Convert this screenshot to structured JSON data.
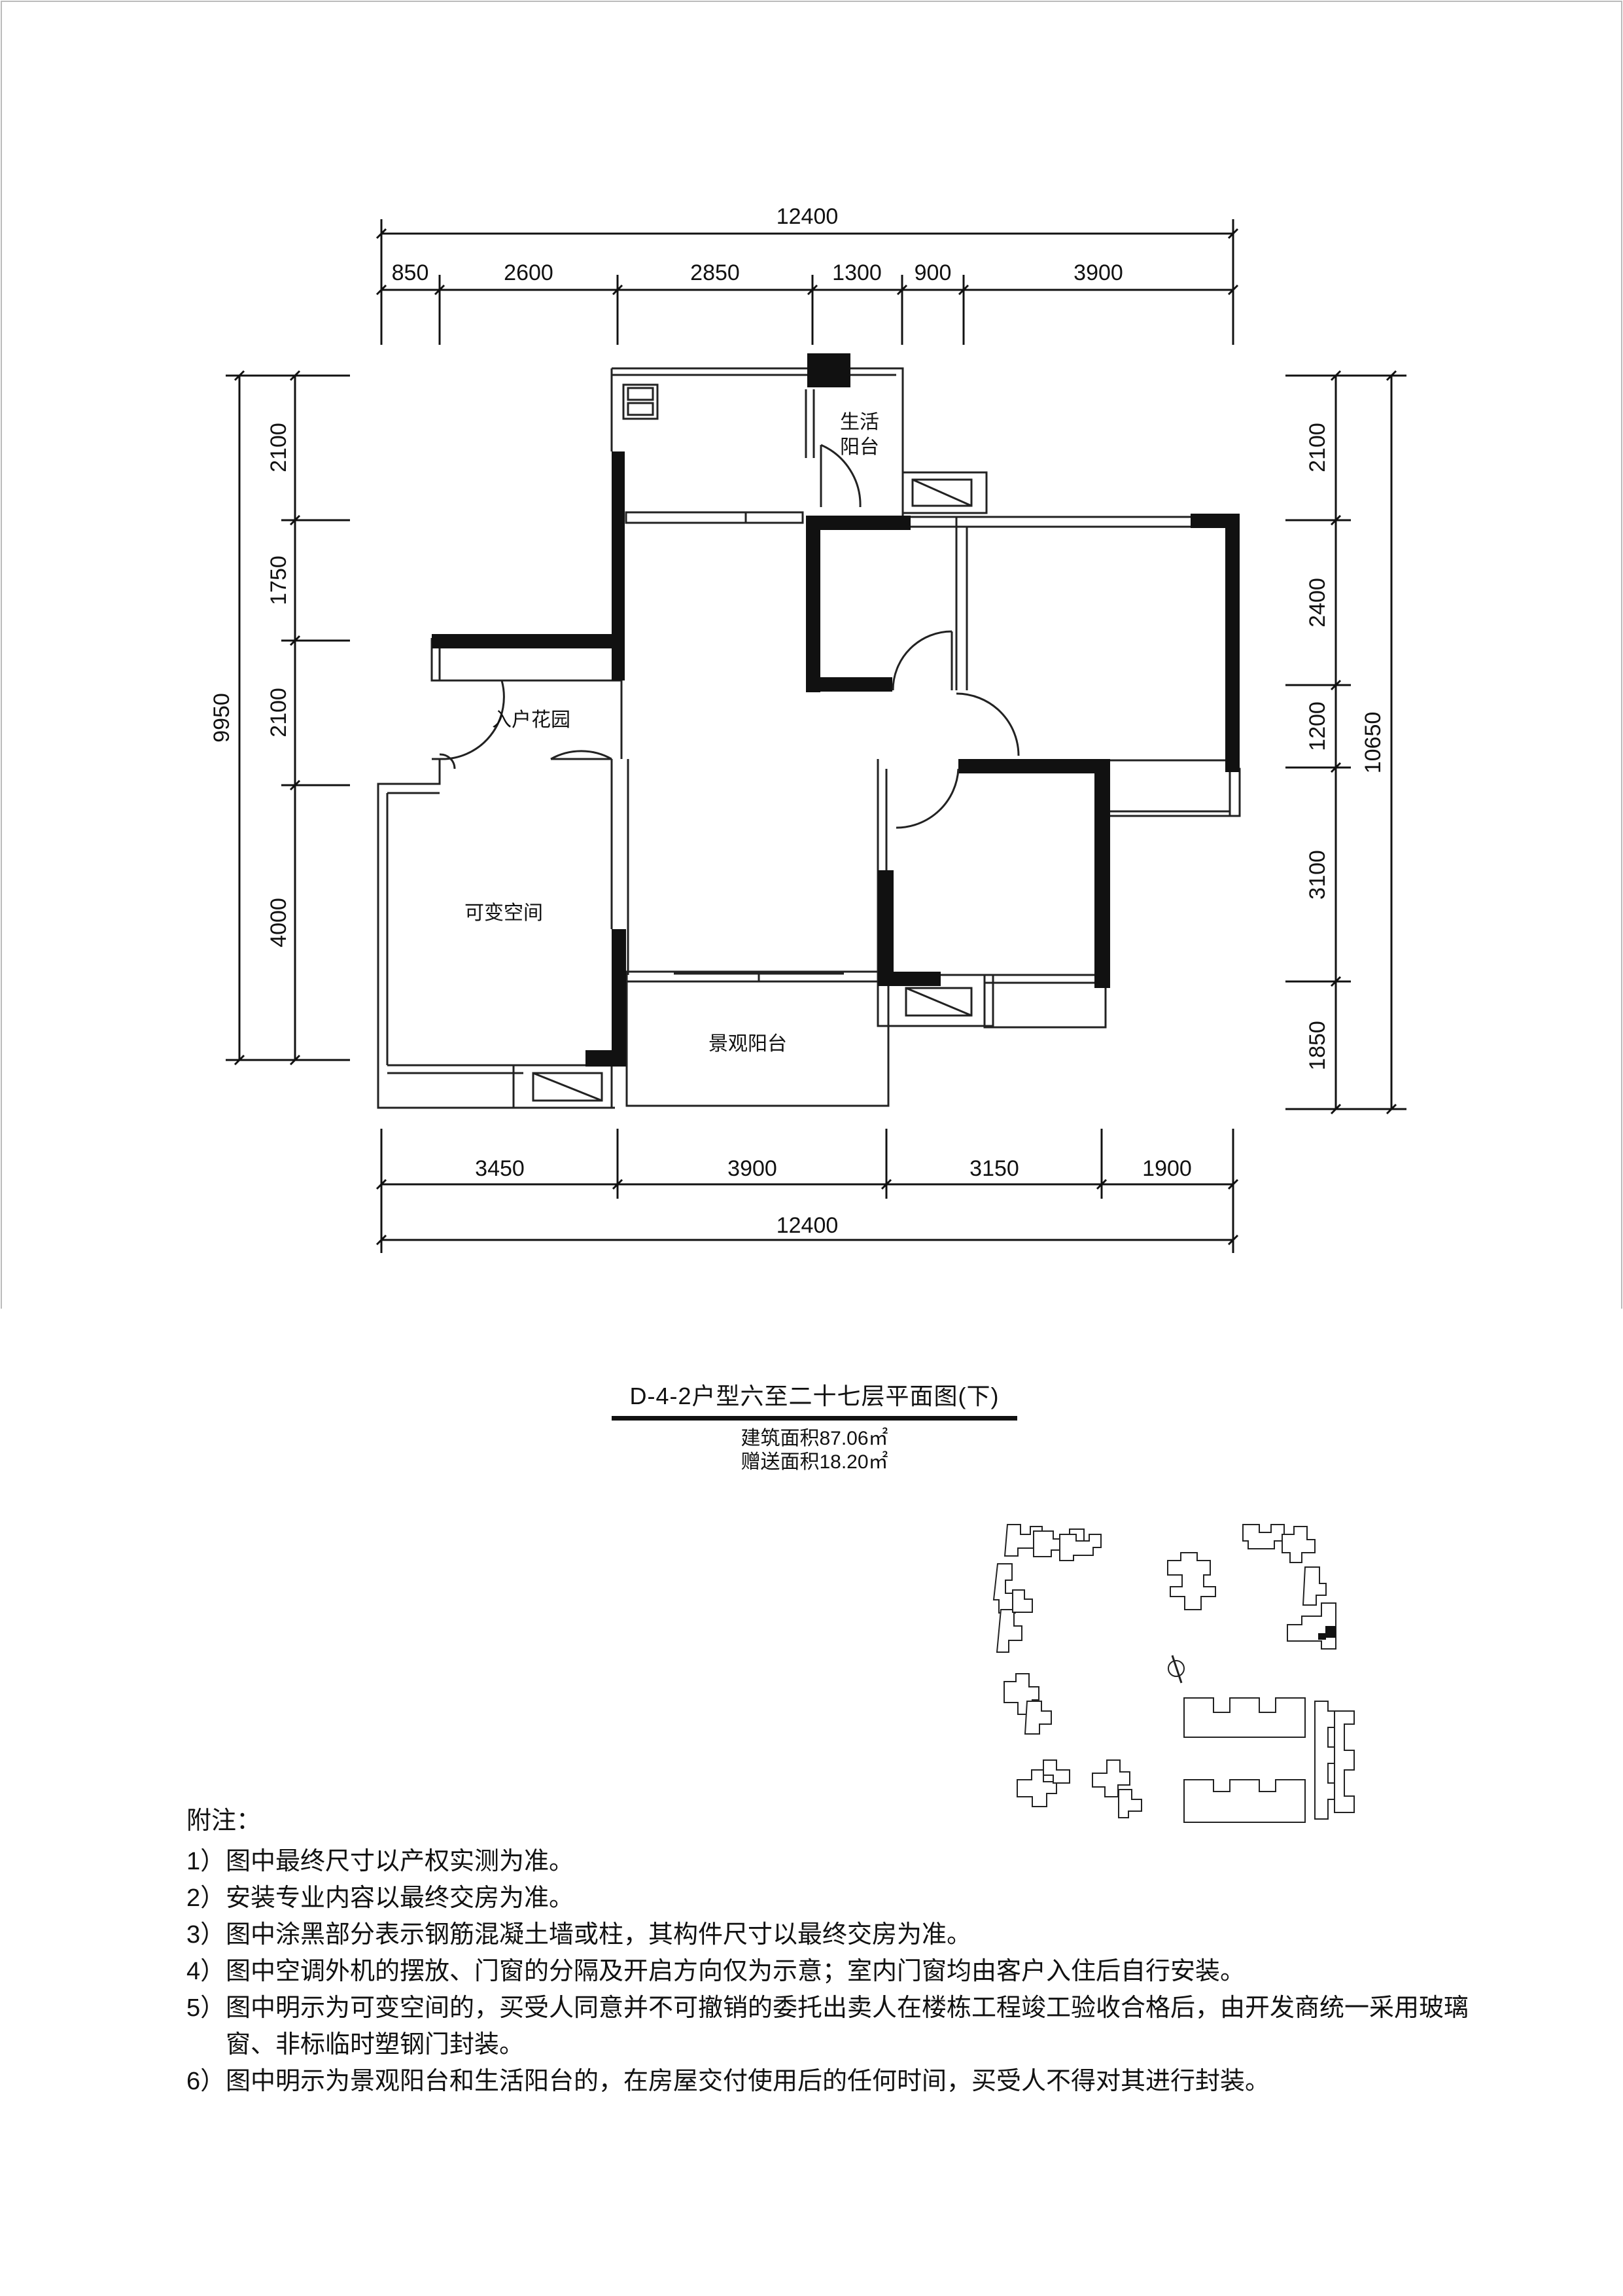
{
  "plan": {
    "title": "D-4-2户型六至二十七层平面图(下)",
    "building_area": "建筑面积87.06㎡",
    "bonus_area": "赠送面积18.20㎡"
  },
  "dimensions": {
    "top_total": "12400",
    "top_segments": [
      "850",
      "2600",
      "2850",
      "1300",
      "900",
      "3900"
    ],
    "bottom_total": "12400",
    "bottom_segments": [
      "3450",
      "3900",
      "3150",
      "1900"
    ],
    "left_total": "9950",
    "left_segments": [
      "2100",
      "1750",
      "2100",
      "4000"
    ],
    "right_total": "10650",
    "right_segments": [
      "2100",
      "2400",
      "1200",
      "3100",
      "1850"
    ]
  },
  "rooms": {
    "utility_balcony_line1": "生活",
    "utility_balcony_line2": "阳台",
    "entry_garden": "入户花园",
    "flexible_space": "可变空间",
    "view_balcony": "景观阳台"
  },
  "notes": {
    "heading": "附注：",
    "items": [
      {
        "num": "1）",
        "text": "图中最终尺寸以产权实测为准。"
      },
      {
        "num": "2）",
        "text": "安装专业内容以最终交房为准。"
      },
      {
        "num": "3）",
        "text": "图中涂黑部分表示钢筋混凝土墙或柱，其构件尺寸以最终交房为准。"
      },
      {
        "num": "4）",
        "text": "图中空调外机的摆放、门窗的分隔及开启方向仅为示意；室内门窗均由客户入住后自行安装。"
      },
      {
        "num": "5）",
        "text": "图中明示为可变空间的，买受人同意并不可撤销的委托出卖人在楼栋工程竣工验收合格后，由开发商统一采用玻璃窗、非标临时塑钢门封装。"
      },
      {
        "num": "6）",
        "text": "图中明示为景观阳台和生活阳台的，在房屋交付使用后的任何时间，买受人不得对其进行封装。"
      }
    ]
  }
}
